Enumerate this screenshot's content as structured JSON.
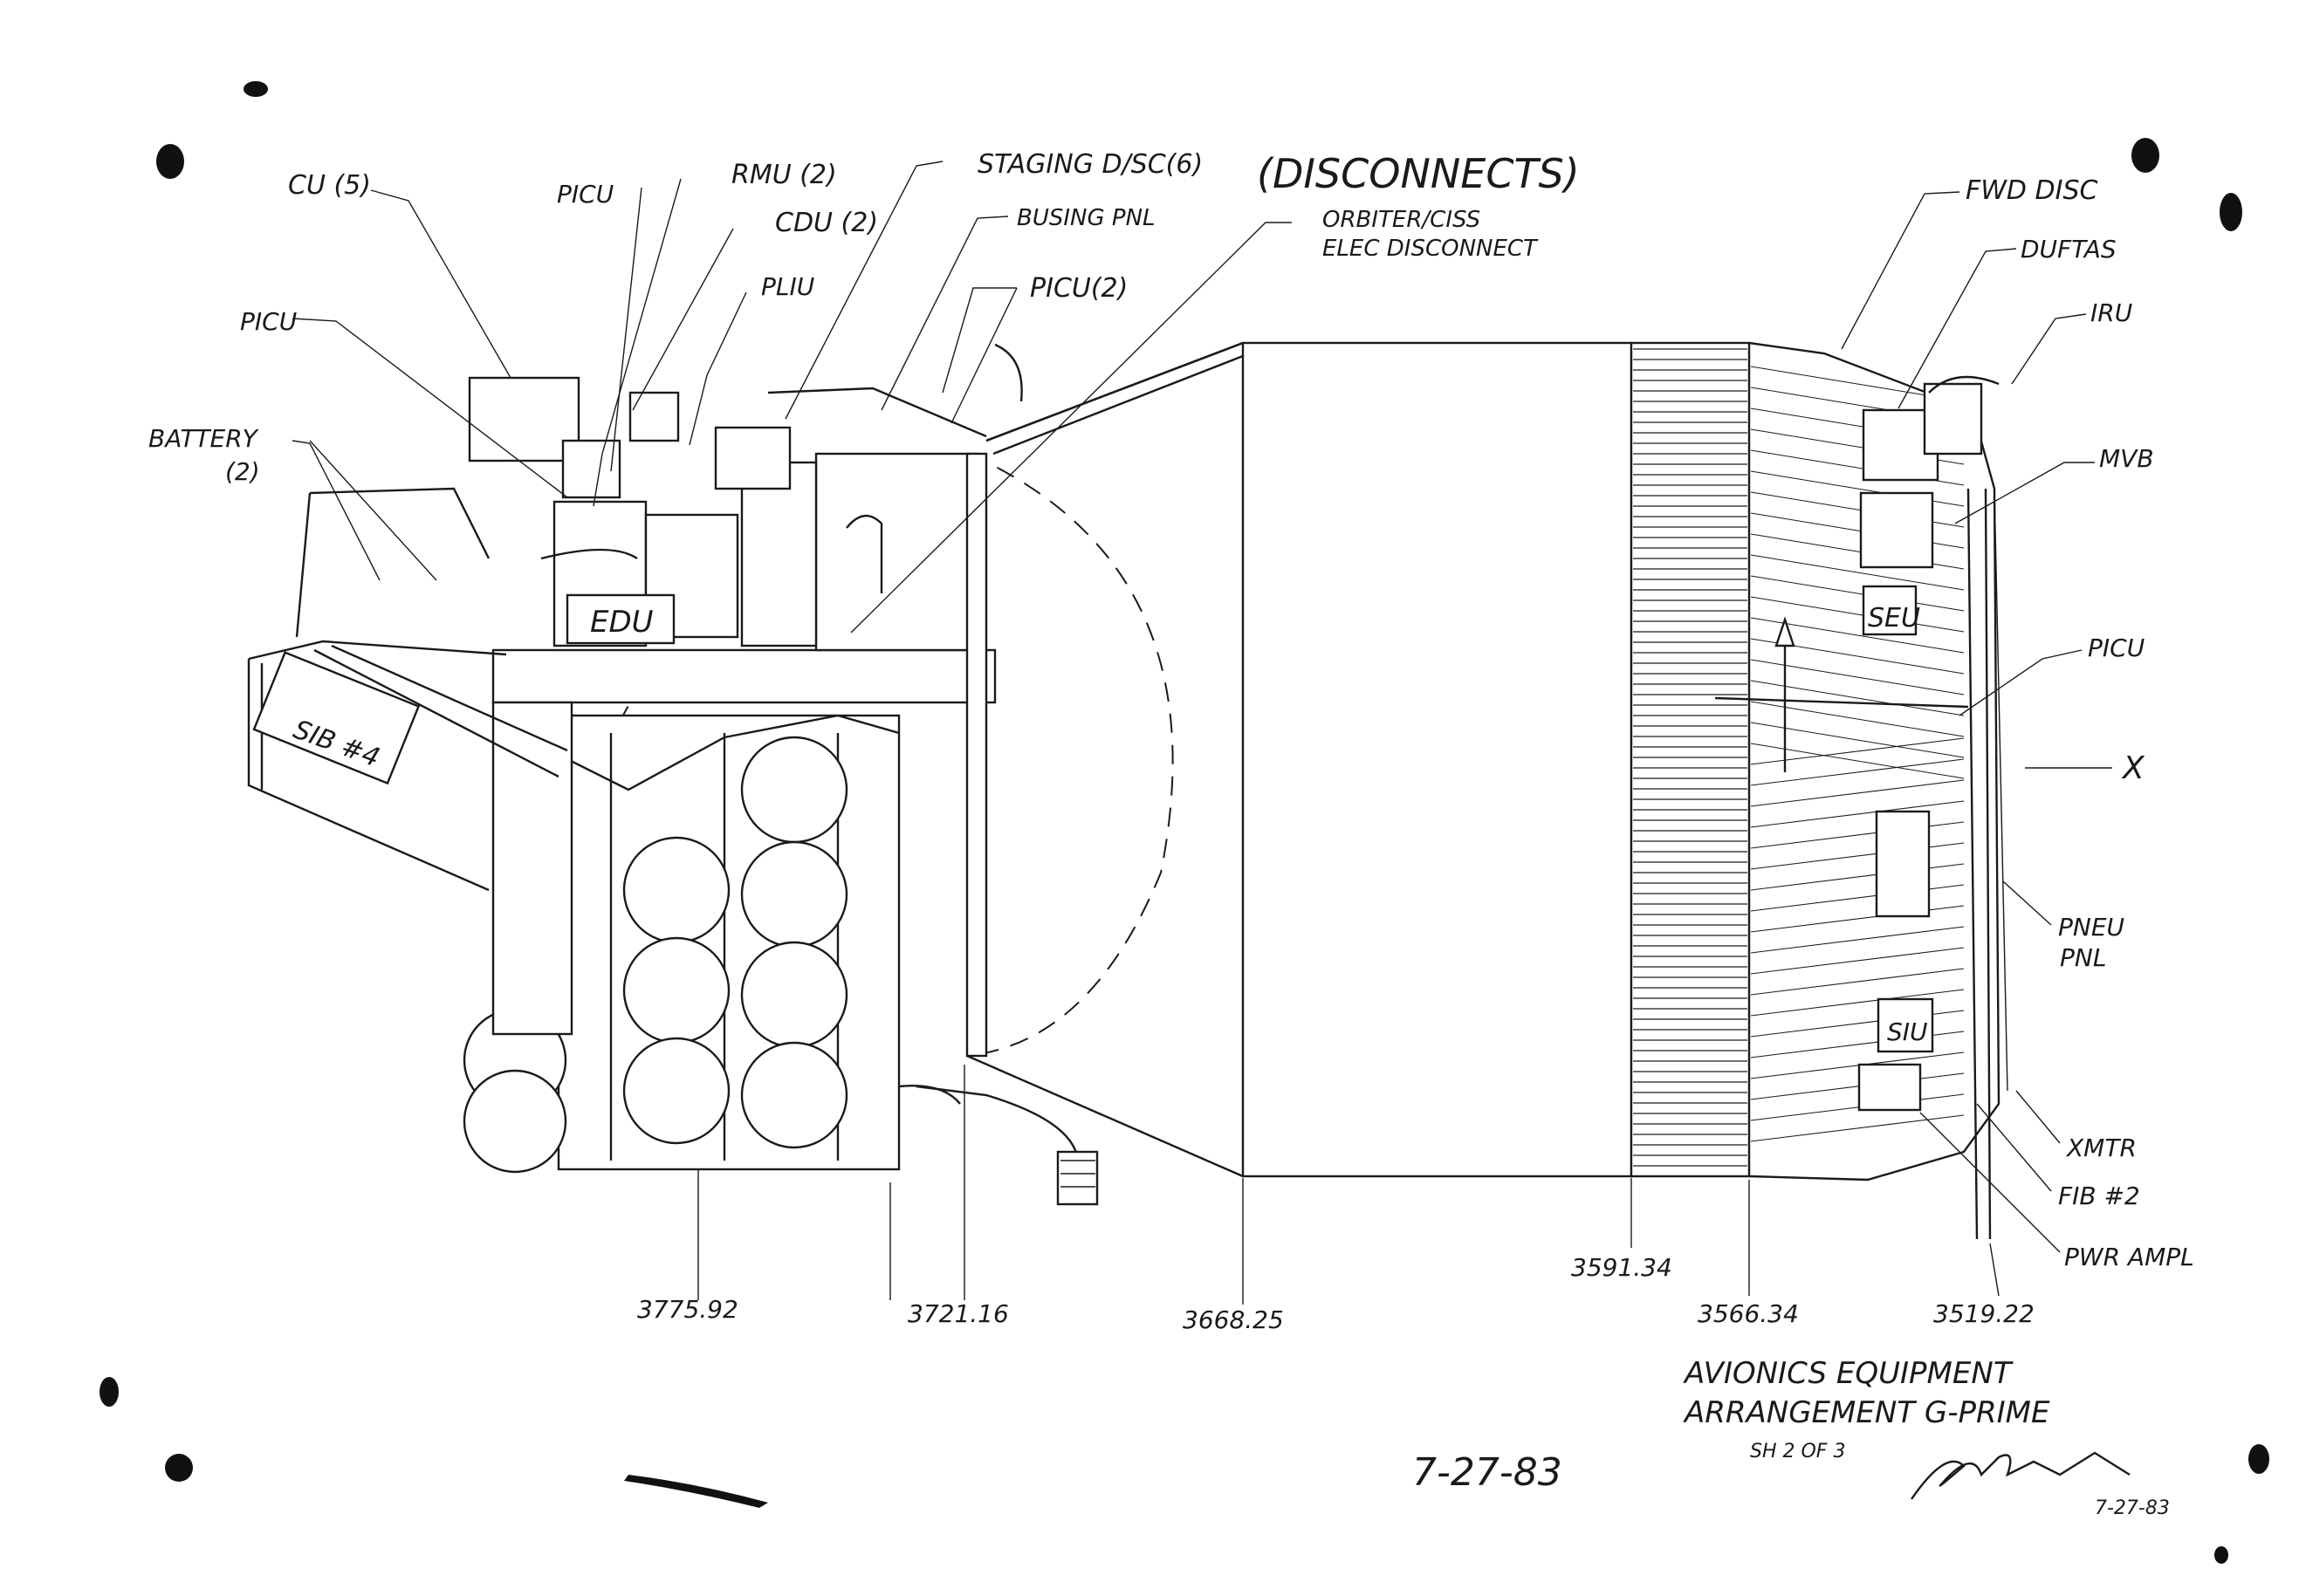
{
  "labels": {
    "cu": "CU (5)",
    "picu_top": "PICU",
    "rmu": "RMU (2)",
    "cdu": "CDU (2)",
    "pliu": "PLIU",
    "staging": "STAGING D/SC(6)",
    "disconnects": "(DISCONNECTS)",
    "busing": "BUSING PNL",
    "picu2": "PICU(2)",
    "orbiter_1": "ORBITER/CISS",
    "orbiter_2": "ELEC DISCONNECT",
    "picu_left": "PICU",
    "battery_1": "BATTERY",
    "battery_2": "(2)",
    "edu": "EDU",
    "sib": "SIB #4",
    "fwd_disc": "FWD DISC",
    "duftas": "DUFTAS",
    "iru": "IRU",
    "mvb": "MVB",
    "seu": "SEU",
    "picu_right": "PICU",
    "x_axis": "X",
    "pneu_1": "PNEU",
    "pneu_2": "PNL",
    "siu": "SIU",
    "xmtr": "XMTR",
    "fib": "FIB #2",
    "pwr": "PWR AMPL"
  },
  "stations": [
    "3775.92",
    "3721.16",
    "3668.25",
    "3591.34",
    "3566.34",
    "3519.22"
  ],
  "title_block": {
    "line1": "AVIONICS EQUIPMENT",
    "line2": "ARRANGEMENT G-PRIME",
    "sheet": "SH 2 OF 3"
  },
  "date": "7-27-83",
  "signature_date": "7-27-83"
}
